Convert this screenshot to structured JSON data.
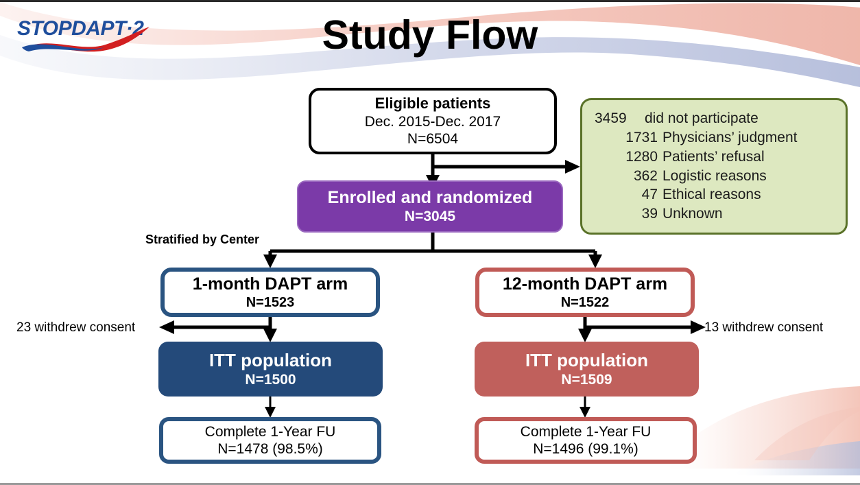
{
  "slide": {
    "title": "Study Flow",
    "logo": {
      "part_bold": "STOP",
      "part_italic": "DAPT·2",
      "full": "STOPDAPT·2"
    },
    "colors": {
      "purple": "#7b3aa8",
      "blue_arm": "#2a5481",
      "blue_itt": "#244a7a",
      "red_arm": "#c05a56",
      "red_itt": "#c0605c",
      "green_fill": "#dde8c0",
      "green_border": "#5a7229",
      "black": "#000000"
    }
  },
  "flow": {
    "eligible": {
      "line1": "Eligible patients",
      "line2": "Dec. 2015-Dec. 2017",
      "line3": "N=6504"
    },
    "exclusions": {
      "header_num": "3459",
      "header_label": "did not participate",
      "rows": [
        {
          "num": "1731",
          "label": "Physicians’ judgment"
        },
        {
          "num": "1280",
          "label": "Patients’ refusal"
        },
        {
          "num": "362",
          "label": "Logistic reasons"
        },
        {
          "num": "47",
          "label": "Ethical reasons"
        },
        {
          "num": "39",
          "label": "Unknown"
        }
      ]
    },
    "enrolled": {
      "line1": "Enrolled and randomized",
      "line2": "N=3045"
    },
    "stratified_label": "Stratified by Center",
    "arm_left": {
      "line1": "1-month DAPT arm",
      "line2": "N=1523"
    },
    "arm_right": {
      "line1": "12-month DAPT arm",
      "line2": "N=1522"
    },
    "withdrew_left": "23 withdrew consent",
    "withdrew_right": "13 withdrew consent",
    "itt_left": {
      "line1": "ITT population",
      "line2": "N=1500"
    },
    "itt_right": {
      "line1": "ITT population",
      "line2": "N=1509"
    },
    "fu_left": {
      "line1": "Complete 1-Year FU",
      "line2": "N=1478 (98.5%)"
    },
    "fu_right": {
      "line1": "Complete 1-Year FU",
      "line2": "N=1496 (99.1%)"
    }
  }
}
